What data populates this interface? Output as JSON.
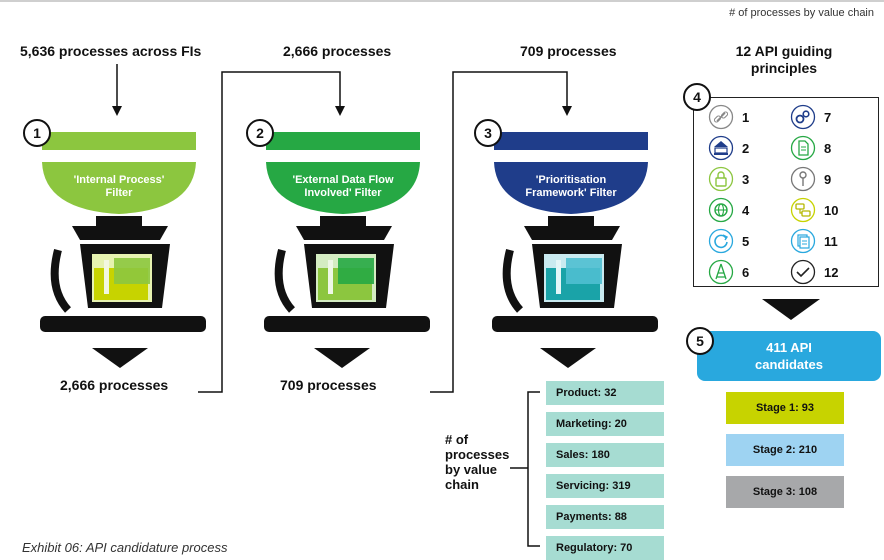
{
  "top_caption": "# of processes by value chain",
  "stages": [
    {
      "number": "1",
      "input": "5,636 processes across FIs",
      "filter": [
        "'Internal Process'",
        "Filter"
      ],
      "output": "2,666 processes",
      "color": "#8cc63f"
    },
    {
      "number": "2",
      "input": "2,666 processes",
      "filter": [
        "'External Data Flow",
        "Involved' Filter"
      ],
      "output": "709 processes",
      "color": "#26a844"
    },
    {
      "number": "3",
      "input": "709 processes",
      "filter": [
        "'Prioritisation",
        "Framework' Filter"
      ],
      "output": "",
      "color": "#1f3d8a"
    }
  ],
  "principles": {
    "number": "4",
    "title_lines": [
      "12 API guiding",
      "principles"
    ],
    "items": [
      {
        "n": "1",
        "icon": "link-icon"
      },
      {
        "n": "2",
        "icon": "building-icon"
      },
      {
        "n": "3",
        "icon": "lock-icon"
      },
      {
        "n": "4",
        "icon": "globe-icon"
      },
      {
        "n": "5",
        "icon": "refresh-icon"
      },
      {
        "n": "6",
        "icon": "tower-icon"
      },
      {
        "n": "7",
        "icon": "gears-icon"
      },
      {
        "n": "8",
        "icon": "document-icon"
      },
      {
        "n": "9",
        "icon": "key-icon"
      },
      {
        "n": "10",
        "icon": "workflow-icon"
      },
      {
        "n": "11",
        "icon": "stack-icon"
      },
      {
        "n": "12",
        "icon": "check-icon"
      }
    ]
  },
  "api": {
    "number": "5",
    "lines": [
      "411 API",
      "candidates"
    ]
  },
  "api_stages": [
    {
      "label": "Stage 1: 93",
      "color": "#c7d300"
    },
    {
      "label": "Stage 2: 210",
      "color": "#9ed3f2"
    },
    {
      "label": "Stage 3: 108",
      "color": "#a7a8aa"
    }
  ],
  "value_chain_label": [
    "# of",
    "processes",
    "by value",
    "chain"
  ],
  "value_chain": [
    "Product: 32",
    "Marketing: 20",
    "Sales: 180",
    "Servicing: 319",
    "Payments: 88",
    "Regulatory: 70"
  ],
  "exhibit": "Exhibit 06: API candidature process"
}
